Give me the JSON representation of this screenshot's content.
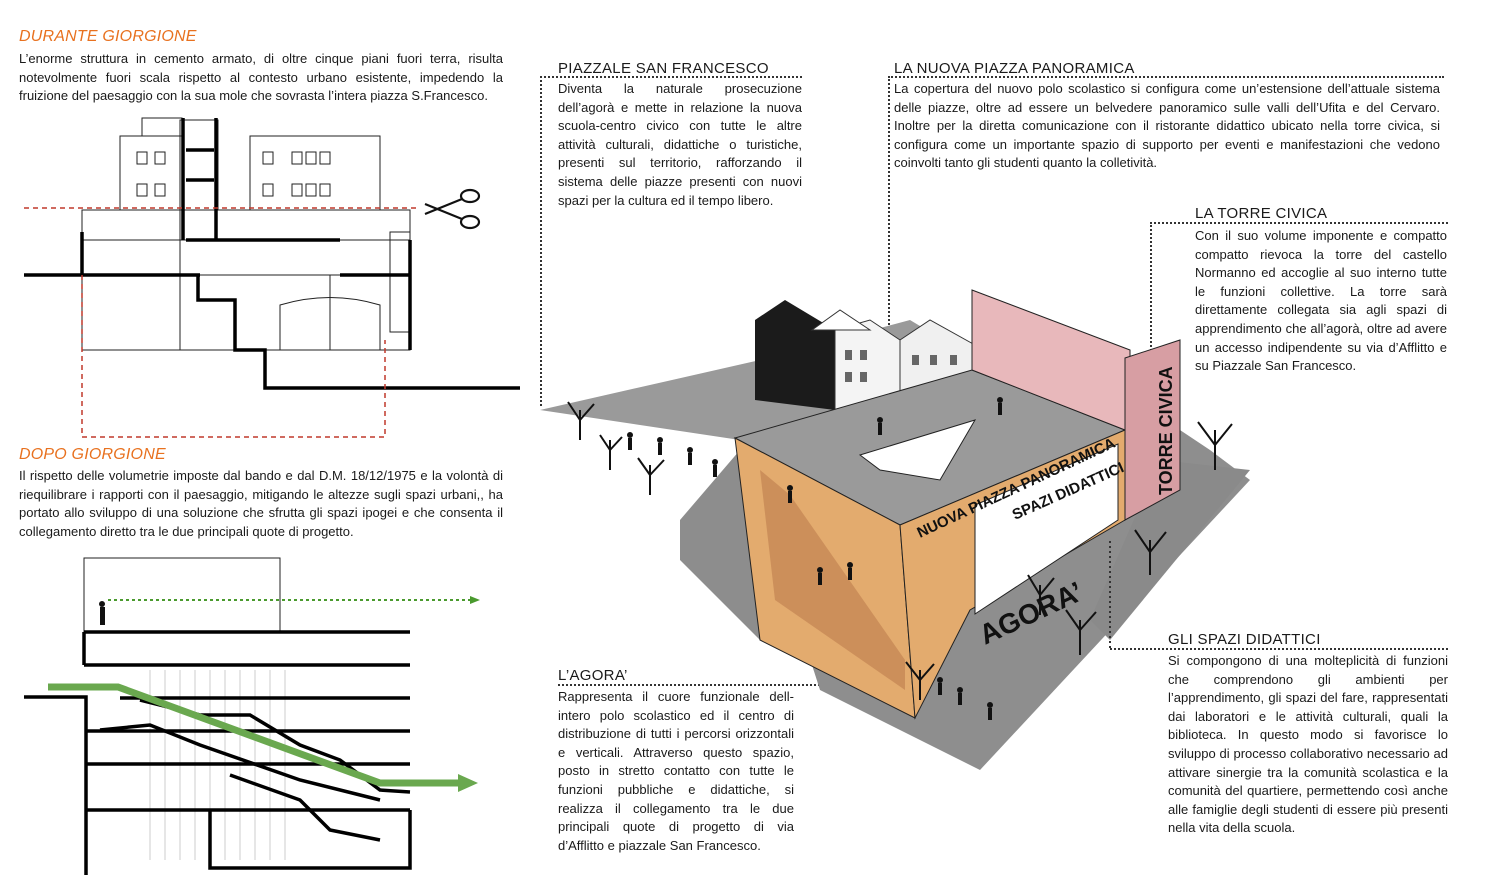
{
  "left": {
    "durante": {
      "title": "DURANTE GIORGIONE",
      "text": "L’enorme struttura in cemento armato, di oltre cinque piani fuori terra, risulta notevolmente fuori scala rispetto al contesto urbano esistente, impedendo la fruizione del paesaggio con la sua mole che sovrasta l’intera piazza S.Francesco."
    },
    "dopo": {
      "title": "DOPO GIORGIONE",
      "text": "Il rispetto delle volumetrie imposte dal bando e dal D.M. 18/12/1975 e la volontà di riequilibrare i rapporti con il paesaggio, mitigando le altezze sugli spazi urbani,, ha portato allo sviluppo di una soluzione che sfrutta gli spazi ipogei e che consenta il collegamento diretto tra le due principali quote di progetto."
    }
  },
  "callouts": {
    "piazzale": {
      "title": "PIAZZALE SAN FRANCESCO",
      "text": "Diventa la naturale prosecuzione dell’agorà e mette in relazione la nuova scuola-centro civico con tutte le altre attività culturali, didattiche o turistiche, presenti sul territorio, rafforzando il sistema delle piazze presenti con nuovi spazi per la cultura ed il tempo libero."
    },
    "piazza_panoramica": {
      "title": "LA NUOVA PIAZZA PANORAMICA",
      "text": "La copertura del nuovo polo scolastico si configura come un’estensione dell’attuale sistema delle piazze, oltre ad essere un belvedere panoramico sulle valli dell’Ufita e del Cervaro. Inoltre per la diretta comunicazione con il ristorante didattico ubicato nella torre civica, si configura come un importante spazio di supporto per eventi e manifestazioni che vedono coinvolti tanto gli studenti quanto la colletività."
    },
    "torre": {
      "title": "LA TORRE CIVICA",
      "text": "Con il suo volume imponente e compatto compatto rievoca la torre del castello Normanno ed accoglie al suo interno tutte le funzioni collettive. La torre sarà direttamente collegata sia agli spazi di apprendimento che all’agorà, oltre ad avere un accesso indipendente su via d’Afflitto e su Piazzale San Francesco."
    },
    "spazi": {
      "title": "GLI SPAZI DIDATTICI",
      "text": "Si compongono di una molteplicità di funzioni che comprendono gli ambienti per l’apprendimento, gli spazi del fare, rappresentati dai laboratori e le attività culturali, quali la biblioteca. In questo modo si favorisce lo sviluppo di processo collaborativo necessario ad attivare sinergie tra la comunità scolastica e la comunità del quartiere, permettendo così anche alle famiglie degli studenti di essere più presenti nella vita della scuola."
    },
    "agora": {
      "title": "L’AGORA’",
      "text": "Rappresenta il cuore funzionale dell-intero polo scolastico ed il centro di distribuzione di tutti i percorsi orizzontali e verticali. Attraverso questo spazio, posto in stretto contatto con tutte le funzioni pubbliche e didattiche, si realizza il collegamento tra le due principali quote di progetto di via d’Afflitto e piazzale San Francesco."
    }
  },
  "model_labels": {
    "roof": "NUOVA PIAZZA PANORAMICA",
    "didactic": "SPAZI DIDATTICI",
    "tower": "TORRE CIVICA",
    "agora": "AGORA’"
  },
  "colors": {
    "orange_title": "#e8711f",
    "agora_fill": "#e3ab6e",
    "tower_fill": "#e7b7b9",
    "ground": "#8d8d8d",
    "green_path": "#6aa84f",
    "cut_line": "#c0392b"
  }
}
